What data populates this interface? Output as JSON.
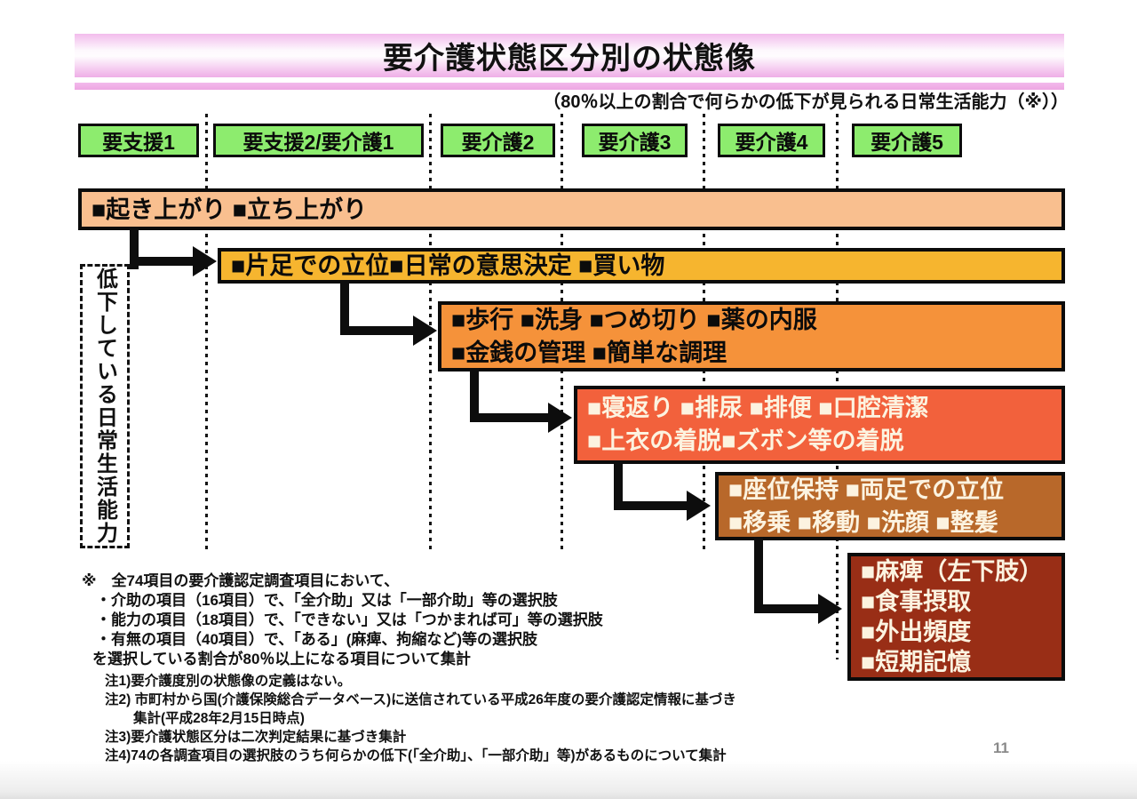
{
  "title": "要介護状態区分別の状態像",
  "subtitle": "（80％以上の割合で何らかの低下が見られる日常生活能力（※））",
  "care_levels": [
    {
      "label": "要支援1"
    },
    {
      "label": "要支援2/要介護1"
    },
    {
      "label": "要介護2"
    },
    {
      "label": "要介護3"
    },
    {
      "label": "要介護4"
    },
    {
      "label": "要介護5"
    }
  ],
  "side_label": "低下している日常生活能力",
  "bars": [
    {
      "color": "#f9bf8f",
      "text_color": "#0b0b0b",
      "lines": [
        "■起き上がり ■立ち上がり"
      ]
    },
    {
      "color": "#f6b52f",
      "text_color": "#0b0b0b",
      "lines": [
        "■片足での立位■日常の意思決定 ■買い物"
      ]
    },
    {
      "color": "#f5923a",
      "text_color": "#0b0b0b",
      "lines": [
        "■歩行 ■洗身 ■つめ切り ■薬の内服",
        "■金銭の管理 ■簡単な調理"
      ]
    },
    {
      "color": "#f2613c",
      "text_color": "#fcf3e0",
      "lines": [
        "■寝返り ■排尿 ■排便 ■口腔清潔",
        "■上衣の着脱■ズボン等の着脱"
      ]
    },
    {
      "color": "#b8682a",
      "text_color": "#fcf3e0",
      "lines": [
        "■座位保持 ■両足での立位",
        "■移乗 ■移動 ■洗顔 ■整髪"
      ]
    },
    {
      "color": "#992e16",
      "text_color": "#fcf3e0",
      "lines": [
        "■麻痺（左下肢）",
        "■食事摂取",
        "■外出頻度",
        "■短期記憶"
      ]
    }
  ],
  "footnote": {
    "header": "※　全74項目の要介護認定調査項目において、",
    "bullets": [
      "・介助の項目（16項目）で、「全介助」又は「一部介助」等の選択肢",
      "・能力の項目（18項目）で、「できない」又は「つかまれば可」等の選択肢",
      "・有無の項目（40項目）で、「ある」(麻痺、拘縮など)等の選択肢"
    ],
    "summary": "を選択している割合が80％以上になる項目について集計",
    "notes": [
      "注1)要介護度別の状態像の定義はない。",
      "注2) 市町村から国(介護保険総合データベース)に送信されている平成26年度の要介護認定情報に基づき",
      "集計(平成28年2月15日時点)",
      "注3)要介護状態区分は二次判定結果に基づき集計",
      "注4)74の各調査項目の選択肢のうち何らかの低下(「全介助」、「一部介助」等)があるものについて集計"
    ]
  },
  "page_number": "11",
  "colors": {
    "banner_pink_top": "#f2bcec",
    "banner_strip": "#efaae5",
    "level_green": "#8dec6e",
    "bar1_peach": "#f9bf8f",
    "bar2_amber": "#f6b52f",
    "bar3_orange": "#f5923a",
    "bar4_vermilion": "#f2613c",
    "bar5_brown": "#b8682a",
    "bar6_dark_red": "#992e16",
    "page_number_gray": "#8a8a8a"
  }
}
